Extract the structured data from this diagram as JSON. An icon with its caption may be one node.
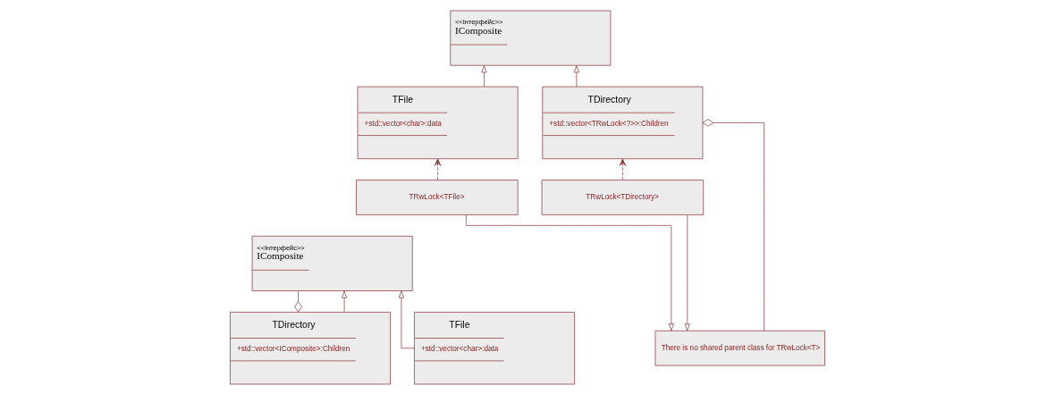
{
  "diagram": {
    "nodes": [
      {
        "text": [
          "<<Інтерфейс>>",
          "IComposite"
        ]
      },
      {
        "text": [
          "TFile",
          "+std::vector<char>:data"
        ]
      },
      {
        "text": [
          "TDirectory",
          "+std::vector<IComposite>:Children"
        ]
      },
      {
        "text": [
          "<<Інтерфейс>>",
          "IComposite"
        ]
      },
      {
        "text": [
          "TFile",
          "+std::vector<char>:data"
        ]
      },
      {
        "text": [
          "TDirectory",
          "+std::vector<TRwLock<?>>:Children"
        ]
      },
      {
        "text": [
          "TRwLock<TFile>"
        ]
      },
      {
        "text": [
          "TRwLock<TDirectory>"
        ]
      },
      {
        "text": [
          "There is no shared parent class for TRwLock<T>"
        ]
      }
    ],
    "edges": [
      {
        "from": 1,
        "to": 0,
        "arrow": "to"
      },
      {
        "from": 2,
        "to": 0,
        "arrow": "to"
      },
      {
        "from": 0,
        "to": 2,
        "arrow": "other"
      },
      {
        "from": 4,
        "to": 3,
        "arrow": "to"
      },
      {
        "from": 5,
        "to": 3,
        "arrow": "to"
      },
      {
        "from": 6,
        "to": 4,
        "arrow": "to",
        "style": "dashed"
      },
      {
        "from": 7,
        "to": 5,
        "arrow": "to",
        "style": "dashed"
      },
      {
        "from": 6,
        "to": 8,
        "arrow": "to"
      },
      {
        "from": 7,
        "to": 8,
        "arrow": "to"
      },
      {
        "from": 8,
        "to": 5,
        "arrow": "other"
      }
    ]
  }
}
